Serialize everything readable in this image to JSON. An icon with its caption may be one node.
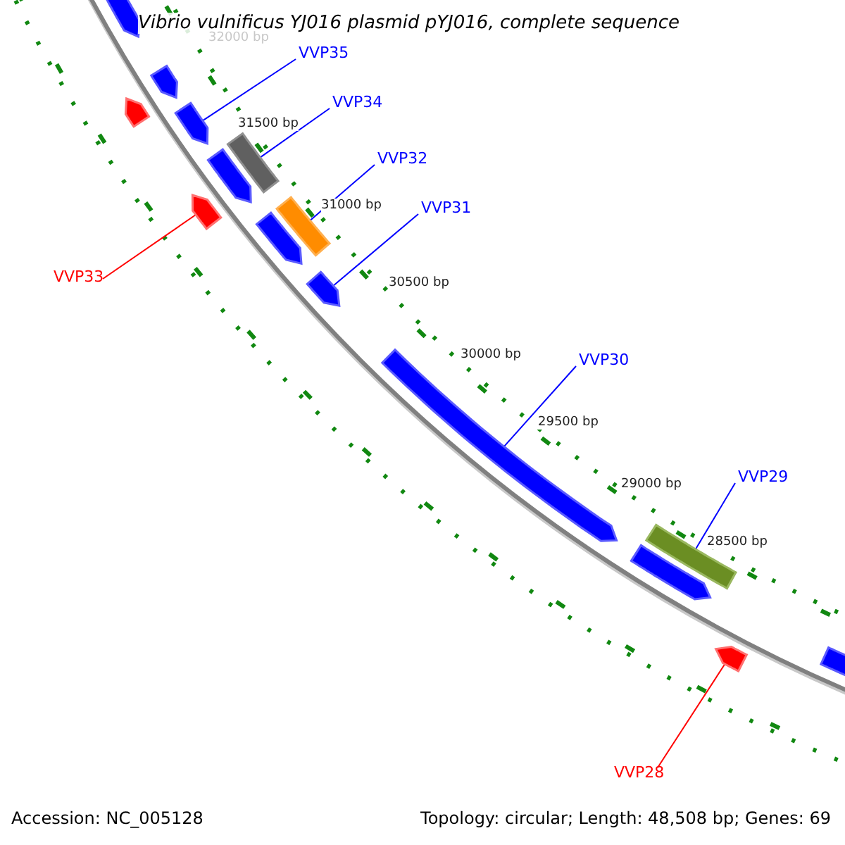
{
  "diagram": {
    "title": "Vibrio vulnificus YJ016 plasmid pYJ016, complete sequence",
    "nodes": [
      {
        "text": [],
        "shape": "arrow"
      },
      {
        "text": [],
        "shape": "arrow"
      },
      {
        "text": [],
        "shape": "arrow"
      },
      {
        "text": [],
        "shape": "arrow"
      },
      {
        "text": [],
        "shape": "arrow"
      },
      {
        "text": [],
        "shape": "arrow"
      },
      {
        "text": [],
        "shape": "box"
      },
      {
        "text": [],
        "shape": "arrow"
      },
      {
        "text": [],
        "shape": "box"
      },
      {
        "text": [],
        "shape": "arrow"
      },
      {
        "text": [],
        "shape": "arrow"
      },
      {
        "text": [],
        "shape": "arrow"
      },
      {
        "text": [],
        "shape": "box"
      },
      {
        "text": [],
        "shape": "arrow"
      },
      {
        "text": [],
        "shape": "arrow"
      },
      {
        "text": [
          "VVP35"
        ]
      },
      {
        "text": [
          "VVP34"
        ]
      },
      {
        "text": [
          "VVP32"
        ]
      },
      {
        "text": [
          "VVP31"
        ]
      },
      {
        "text": [
          "VVP33"
        ]
      },
      {
        "text": [
          "VVP30"
        ]
      },
      {
        "text": [
          "VVP29"
        ]
      },
      {
        "text": [
          "VVP28"
        ]
      }
    ],
    "edges": [
      {
        "from": 15,
        "to": 3,
        "arrow": "none"
      },
      {
        "from": 16,
        "to": 6,
        "arrow": "none"
      },
      {
        "from": 17,
        "to": 8,
        "arrow": "none"
      },
      {
        "from": 18,
        "to": 9,
        "arrow": "none"
      },
      {
        "from": 19,
        "to": 4,
        "arrow": "none",
        "color": "#ff0000"
      },
      {
        "from": 20,
        "to": 10,
        "arrow": "none"
      },
      {
        "from": 21,
        "to": 12,
        "arrow": "none"
      },
      {
        "from": 22,
        "to": 13,
        "arrow": "none",
        "color": "#ff0000"
      }
    ],
    "labels": [
      "32000 bp",
      "31500 bp",
      "31000 bp",
      "30500 bp",
      "30000 bp",
      "29500 bp",
      "29000 bp",
      "28500 bp",
      "Accession: NC_005128",
      "Topology: circular; Length: 48,508 bp; Genes: 69"
    ]
  }
}
